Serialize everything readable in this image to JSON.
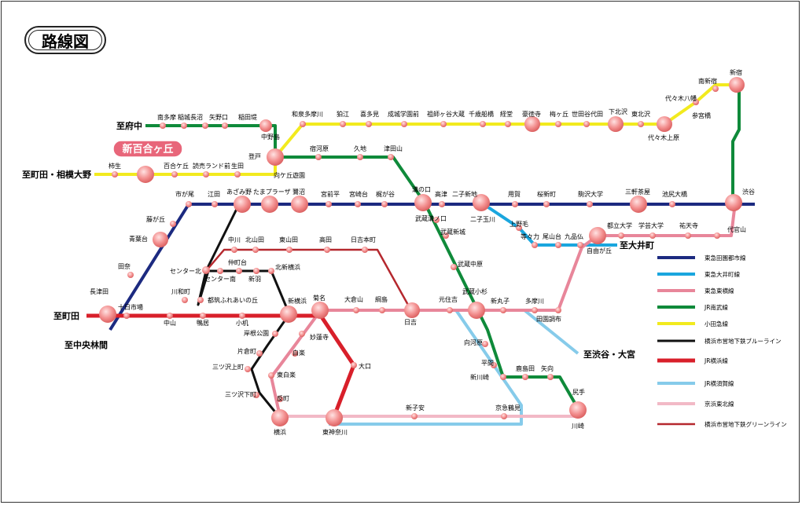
{
  "title": "路線図",
  "highlight": "新百合ヶ丘",
  "colors": {
    "toyoko": "#e8869a",
    "denentoshi": "#1c2a80",
    "oimachi": "#1aa6de",
    "nambu": "#0f8a3a",
    "odakyu": "#f2ea1e",
    "blue": "#111111",
    "yokohama": "#d81f2a",
    "yokosuka": "#86cbea",
    "keihin": "#f2b9c6",
    "green": "#b5282e"
  },
  "legend": [
    {
      "label": "東急田園都市線",
      "color": "#1c2a80"
    },
    {
      "label": "東急大井町線",
      "color": "#1aa6de"
    },
    {
      "label": "東急東横線",
      "color": "#e8869a"
    },
    {
      "label": "JR南武線",
      "color": "#0f8a3a"
    },
    {
      "label": "小田急線",
      "color": "#f2ea1e"
    },
    {
      "label": "横浜市営地下鉄ブルーライン",
      "color": "#111111"
    },
    {
      "label": "JR横浜線",
      "color": "#d81f2a"
    },
    {
      "label": "JR横須賀線",
      "color": "#86cbea"
    },
    {
      "label": "京浜東北線",
      "color": "#f2b9c6"
    },
    {
      "label": "横浜市営地下鉄グリーンライン",
      "color": "#b5282e"
    }
  ],
  "destinations": [
    "至府中",
    "至町田・相模大野",
    "至町田",
    "至中央林間",
    "至大井町",
    "至渋谷・大宮"
  ],
  "stations": [
    "南多摩",
    "稲城長沼",
    "矢野口",
    "稲田堤",
    "中野島",
    "登戸",
    "和泉多摩川",
    "狛江",
    "喜多見",
    "成城学園前",
    "祖師ヶ谷大蔵",
    "千歳船橋",
    "経堂",
    "豪徳寺",
    "梅ヶ丘",
    "世田谷代田",
    "下北沢",
    "東北沢",
    "代々木上原",
    "代々木八幡",
    "参宮橋",
    "南新宿",
    "新宿",
    "柿生",
    "百合ケ丘",
    "読売ランド前",
    "生田",
    "向ケ丘遊園",
    "宿河原",
    "久地",
    "津田山",
    "溝の口",
    "武蔵溝ノ口",
    "武蔵新城",
    "武蔵中原",
    "武蔵小杉",
    "向河原",
    "平間",
    "鹿島田",
    "矢向",
    "尻手",
    "川崎",
    "市が尾",
    "江田",
    "あざみ野",
    "たまプラーザ",
    "鷺沼",
    "宮前平",
    "宮崎台",
    "梶が谷",
    "高津",
    "二子新地",
    "二子玉川",
    "用賀",
    "桜新町",
    "駒沢大学",
    "三軒茶屋",
    "池尻大橋",
    "渋谷",
    "藤が丘",
    "青葉台",
    "田奈",
    "長津田",
    "上野毛",
    "等々力",
    "尾山台",
    "九品仏",
    "自由が丘",
    "都立大学",
    "学芸大学",
    "祐天寺",
    "代官山",
    "中川",
    "北山田",
    "東山田",
    "高田",
    "日吉本町",
    "センター北",
    "センター南",
    "仲町台",
    "新羽",
    "北新横浜",
    "新横浜",
    "菊名",
    "大倉山",
    "綱島",
    "日吉",
    "元住吉",
    "新丸子",
    "多摩川",
    "田園調布",
    "十日市場",
    "川和町",
    "都筑ふれあいの丘",
    "中山",
    "鴨居",
    "小机",
    "岸根公園",
    "片倉町",
    "三ツ沢上町",
    "三ツ沢下町",
    "横浜",
    "妙蓮寺",
    "白楽",
    "東白楽",
    "反町",
    "大口",
    "東神奈川",
    "新子安",
    "京急鶴見",
    "新川崎"
  ]
}
